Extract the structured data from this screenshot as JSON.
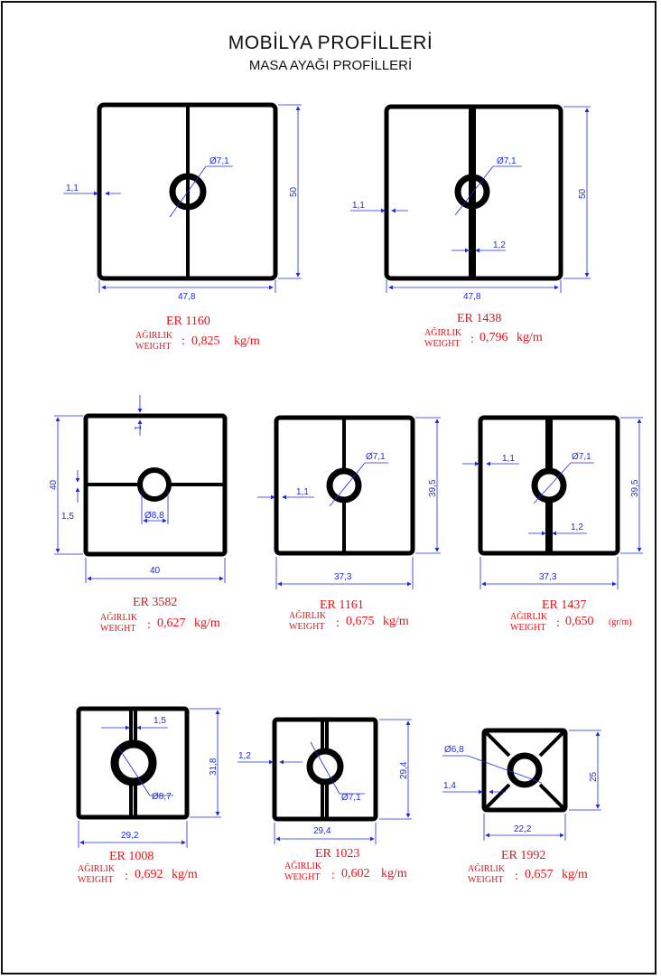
{
  "title": "MOBİLYA PROFİLLERİ",
  "subtitle": "MASA AYAĞI PROFİLLERİ",
  "weight_label_tr": "AĞIRLIK",
  "weight_label_en": "WEIGHT",
  "colon": ":",
  "profiles": [
    {
      "code": "ER 1160",
      "weight": "0,825",
      "unit": "kg/m",
      "width": "47,8",
      "height": "50",
      "hole": "Ø7,1",
      "wall": "1,1"
    },
    {
      "code": "ER 1438",
      "weight": "0,796",
      "unit": "kg/m",
      "width": "47,8",
      "height": "50",
      "hole": "Ø7,1",
      "wall": "1,1",
      "web": "1,2"
    },
    {
      "code": "ER 3582",
      "weight": "0,627",
      "unit": "kg/m",
      "width": "40",
      "height": "40",
      "hole": "Ø8,8",
      "top": "1",
      "web": "1,5"
    },
    {
      "code": "ER 1161",
      "weight": "0,675",
      "unit": "kg/m",
      "width": "37,3",
      "height": "39,5",
      "hole": "Ø7,1",
      "wall": "1,1"
    },
    {
      "code": "ER 1437",
      "weight": "0,650",
      "unit": "(gr/m)",
      "width": "37,3",
      "height": "39,5",
      "hole": "Ø7,1",
      "wall": "1,1",
      "web": "1,2"
    },
    {
      "code": "ER 1008",
      "weight": "0,692",
      "unit": "kg/m",
      "width": "29,2",
      "height": "31,8",
      "hole": "Ø8,7",
      "web": "1,5"
    },
    {
      "code": "ER 1023",
      "weight": "0,602",
      "unit": "kg/m",
      "width": "29,4",
      "height": "29,4",
      "hole": "Ø7,1",
      "wall": "1,2"
    },
    {
      "code": "ER 1992",
      "weight": "0,657",
      "unit": "kg/m",
      "width": "22,2",
      "height": "25",
      "hole": "Ø6,8",
      "wall": "1,4"
    }
  ]
}
